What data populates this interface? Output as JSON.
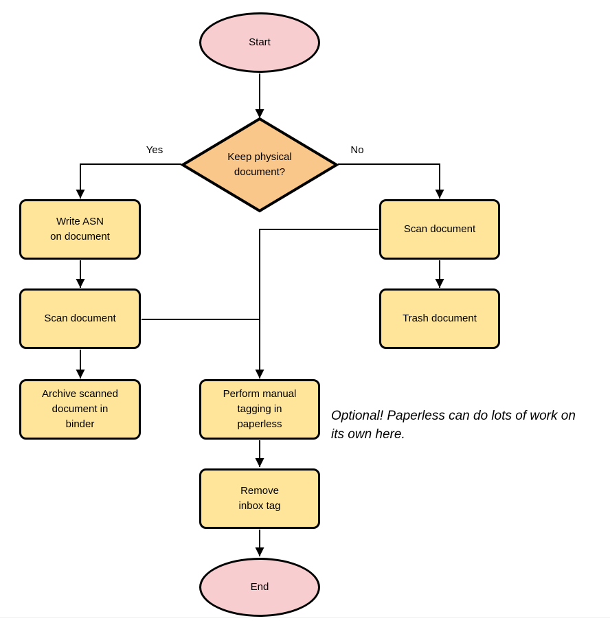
{
  "diagram": {
    "type": "flowchart",
    "nodes": {
      "start": {
        "type": "terminator",
        "label": "Start"
      },
      "decision": {
        "type": "decision",
        "label": "Keep physical\ndocument?"
      },
      "write_asn": {
        "type": "process",
        "label": "Write ASN\non document"
      },
      "scan_yes": {
        "type": "process",
        "label": "Scan document"
      },
      "archive": {
        "type": "process",
        "label": "Archive scanned\ndocument in\nbinder"
      },
      "scan_no": {
        "type": "process",
        "label": "Scan document"
      },
      "trash": {
        "type": "process",
        "label": "Trash document"
      },
      "tagging": {
        "type": "process",
        "label": "Perform manual\ntagging in\npaperless"
      },
      "remove_tag": {
        "type": "process",
        "label": "Remove\ninbox tag"
      },
      "end": {
        "type": "terminator",
        "label": "End"
      }
    },
    "edge_labels": {
      "yes": "Yes",
      "no": "No"
    },
    "edges": [
      {
        "from": "start",
        "to": "decision"
      },
      {
        "from": "decision",
        "to": "write_asn",
        "label": "Yes"
      },
      {
        "from": "decision",
        "to": "scan_no",
        "label": "No"
      },
      {
        "from": "write_asn",
        "to": "scan_yes"
      },
      {
        "from": "scan_yes",
        "to": "archive"
      },
      {
        "from": "scan_no",
        "to": "trash"
      },
      {
        "from": "scan_yes",
        "to": "tagging"
      },
      {
        "from": "scan_no",
        "to": "tagging"
      },
      {
        "from": "tagging",
        "to": "remove_tag"
      },
      {
        "from": "remove_tag",
        "to": "end"
      }
    ],
    "annotation": "Optional! Paperless can do lots of work on\nits own here.",
    "colors": {
      "terminator_fill": "#F8CDD0",
      "decision_fill": "#FAC78A",
      "process_fill": "#FFE599",
      "stroke": "#000000",
      "divider": "#ECECEC"
    }
  }
}
